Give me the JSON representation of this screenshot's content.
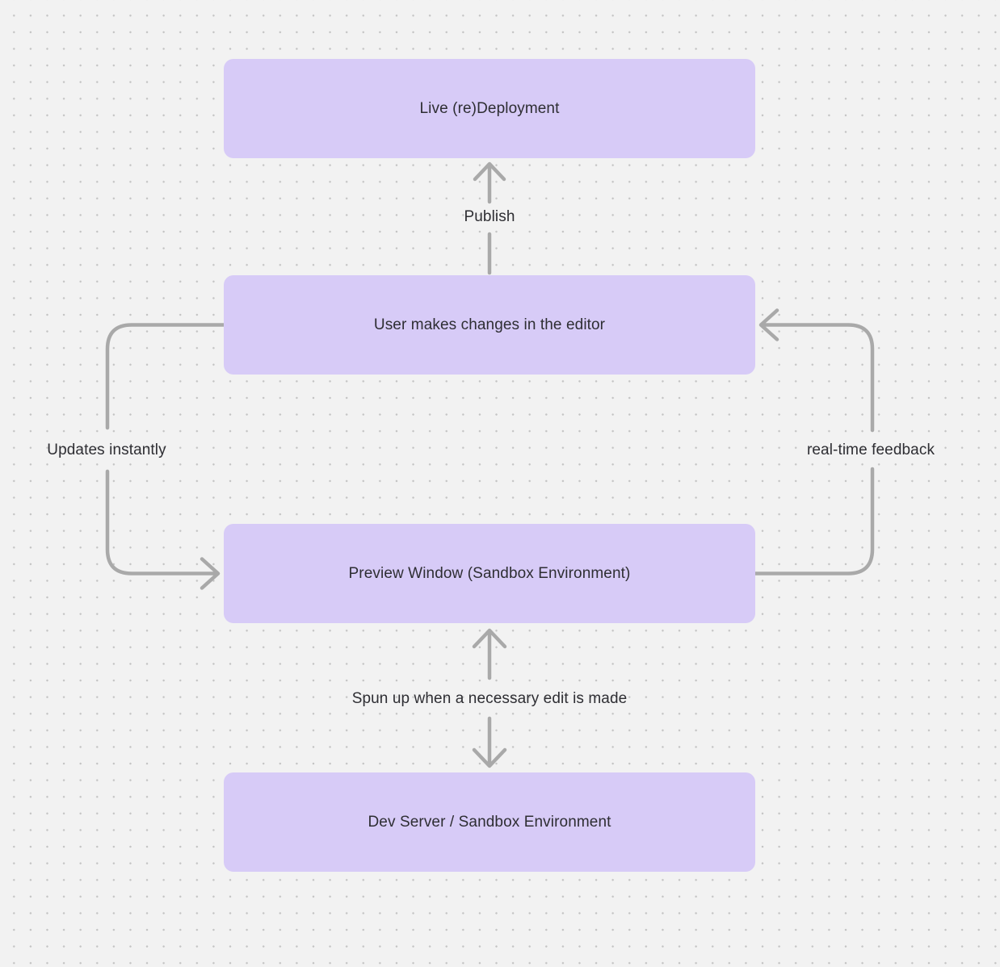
{
  "canvas": {
    "background_color": "#f2f2f2",
    "dot_color": "#c3c3c3",
    "node_fill_color": "#d7cbf7",
    "text_color": "#2e2e33",
    "connector_color": "#a9a9a9"
  },
  "nodes": [
    {
      "id": "live-deployment",
      "label": "Live (re)Deployment"
    },
    {
      "id": "editor",
      "label": "User makes changes in the editor"
    },
    {
      "id": "preview",
      "label": "Preview Window (Sandbox Environment)"
    },
    {
      "id": "dev-server",
      "label": "Dev Server / Sandbox Environment"
    }
  ],
  "edges": [
    {
      "from": "editor",
      "to": "live-deployment",
      "direction": "up",
      "label": "Publish"
    },
    {
      "from": "editor",
      "to": "preview",
      "direction": "left-around",
      "label": "Updates instantly"
    },
    {
      "from": "preview",
      "to": "editor",
      "direction": "right-around",
      "label": "real-time feedback"
    },
    {
      "from": "preview",
      "to": "dev-server",
      "direction": "bidirectional",
      "label": "Spun up when a necessary edit is made"
    }
  ]
}
